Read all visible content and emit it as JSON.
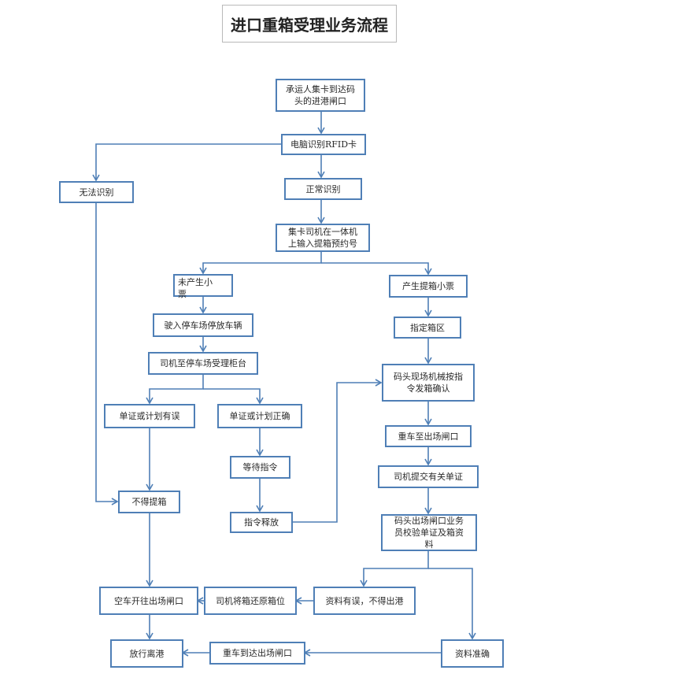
{
  "title": "进口重箱受理业务流程",
  "line_color": "#4f7fb6",
  "nodes": {
    "arrive": "承运人集卡到达码\n头的进港闸口",
    "rfid": "电脑识别RFID卡",
    "fail": "无法识别",
    "ok": "正常识别",
    "input": "集卡司机在一体机\n上输入提箱预约号",
    "noticket": "未产生小\n票",
    "ticket": "产生提箱小票",
    "parking": "驶入停车场停放车辆",
    "counter": "司机至停车场受理柜台",
    "zone": "指定箱区",
    "crane": "码头现场机械按指\n令发箱确认",
    "docwrong": "单证或计划有误",
    "docright": "单证或计划正确",
    "exitgate": "重车至出场闸口",
    "wait": "等待指令",
    "nopick": "不得提箱",
    "submit": "司机提交有关单证",
    "release": "指令释放",
    "check": "码头出场闸口业务\n员校验单证及箱资\n料",
    "emptyexit": "空车开往出场闸口",
    "returnbox": "司机将箱还原箱位",
    "dataerr": "资料有误，不得出港",
    "leave": "放行离港",
    "fullexit": "重车到达出场闸口",
    "dataok": "资料准确"
  }
}
